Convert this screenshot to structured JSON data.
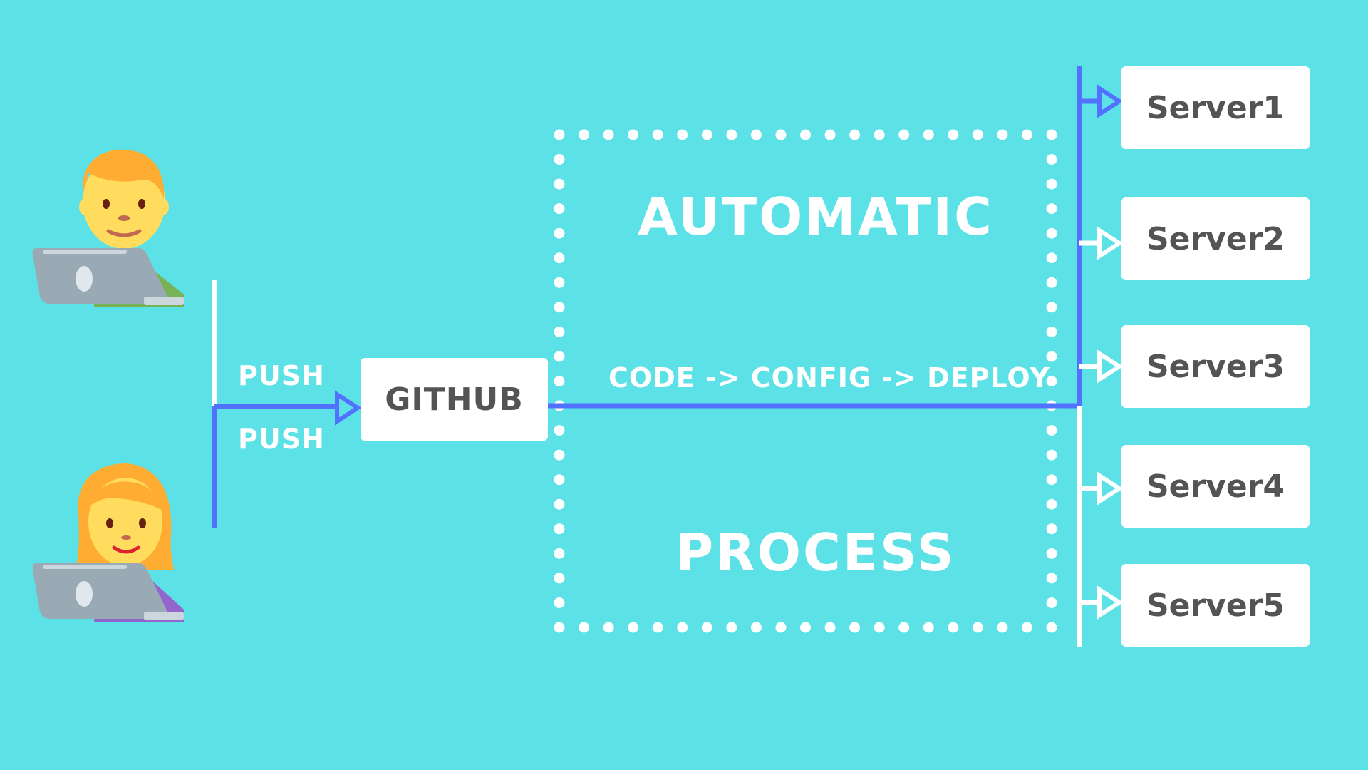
{
  "diagram": {
    "title_top": "AUTOMATIC",
    "title_bottom": "PROCESS",
    "flow_label": "CODE -> CONFIG -> DEPLOY",
    "push_top": "PUSH",
    "push_bottom": "PUSH",
    "repo": "GITHUB",
    "servers": [
      "Server1",
      "Server2",
      "Server3",
      "Server4",
      "Server5"
    ]
  },
  "colors": {
    "background": "#5ce1e6",
    "accent_line": "#5271ff",
    "white": "#ffffff",
    "box_text": "#545454"
  },
  "icons": [
    "man-technologist-icon",
    "woman-technologist-icon"
  ]
}
